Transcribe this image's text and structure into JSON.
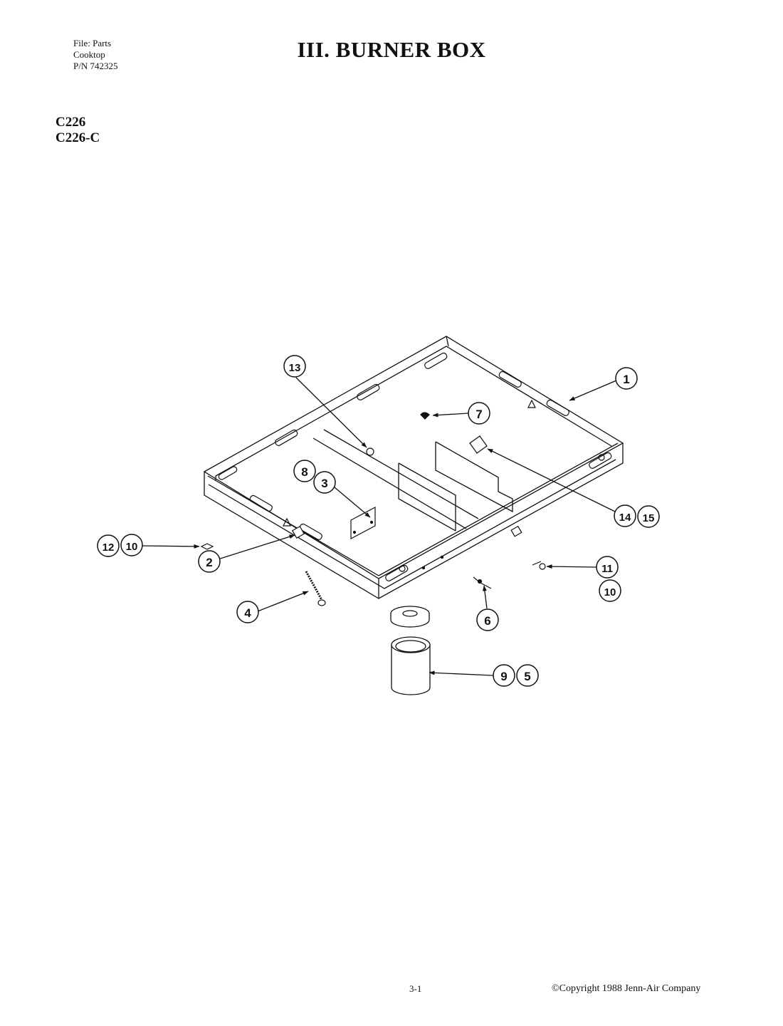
{
  "header": {
    "file_lines": [
      "File: Parts",
      "Cooktop",
      "P/N 742325"
    ],
    "title": "III. BURNER BOX",
    "models": [
      "C226",
      "C226-C"
    ]
  },
  "callouts": [
    "1",
    "13",
    "7",
    "8",
    "3",
    "14",
    "15",
    "12",
    "10",
    "2",
    "11",
    "10",
    "4",
    "6",
    "9",
    "5"
  ],
  "footer": {
    "page": "3-1",
    "copyright": "©Copyright 1988 Jenn-Air Company"
  }
}
